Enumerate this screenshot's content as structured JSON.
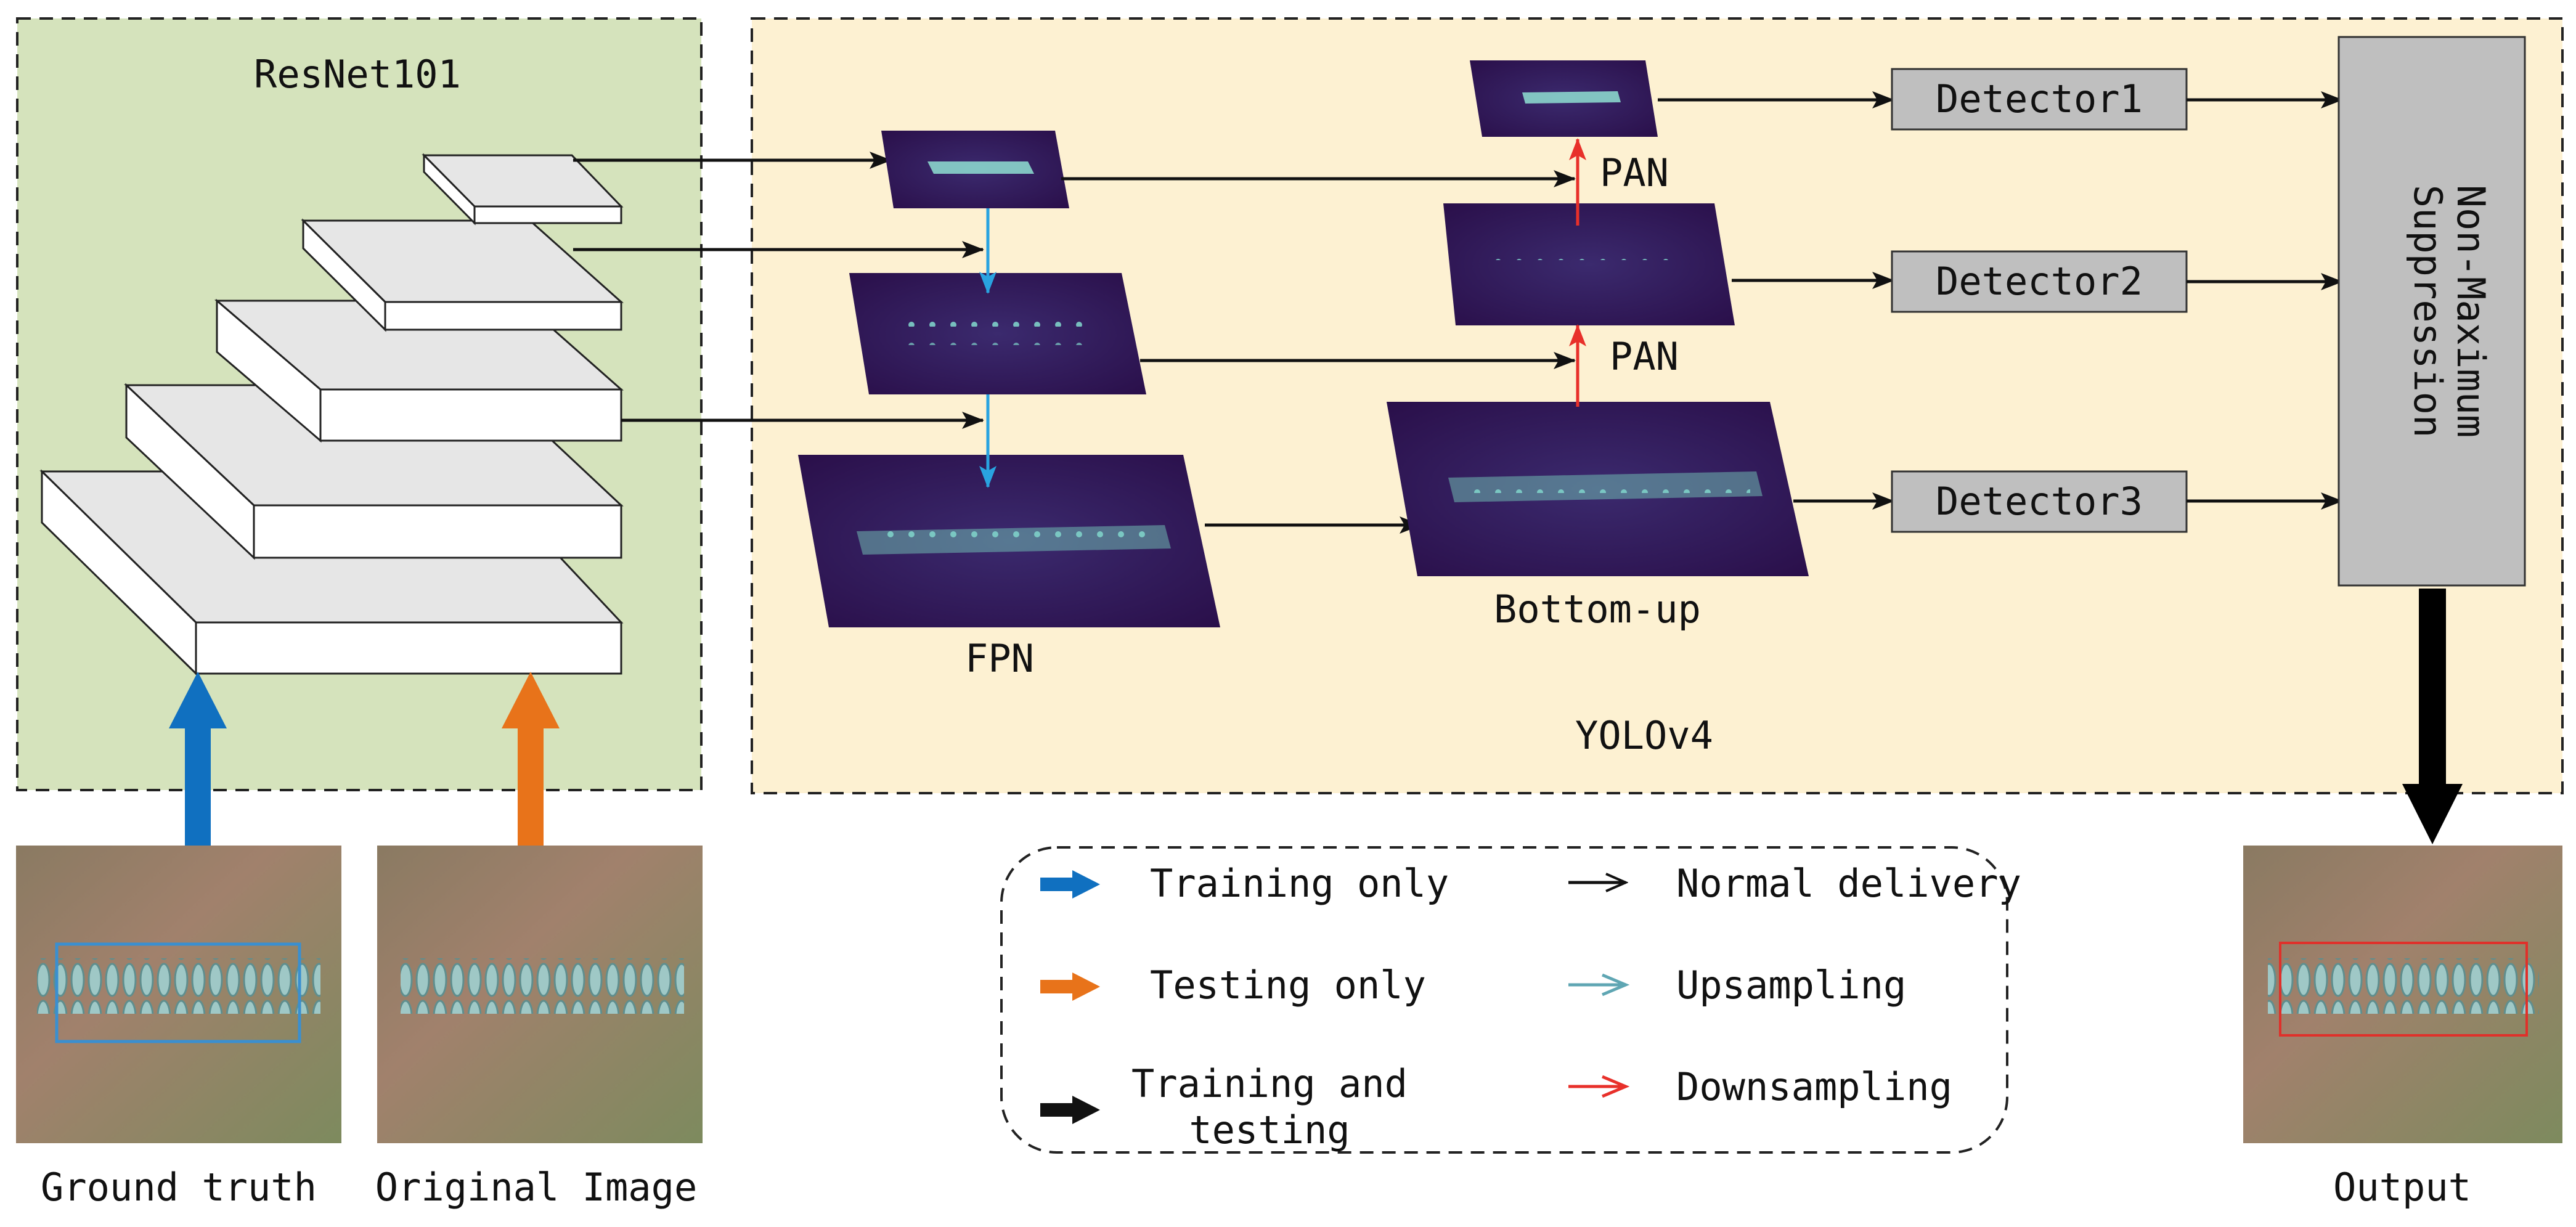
{
  "resnet": {
    "title": "ResNet101"
  },
  "yolo": {
    "title": "YOLOv4",
    "fpn_label": "FPN",
    "bottom_up_label": "Bottom-up",
    "pan_label_top": "PAN",
    "pan_label_mid": "PAN",
    "detectors": [
      "Detector1",
      "Detector2",
      "Detector3"
    ],
    "nms_label_line1": "Non-Maximum",
    "nms_label_line2": "Suppression"
  },
  "inputs": {
    "ground_truth_label": "Ground truth",
    "original_image_label": "Original Image",
    "output_label": "Output"
  },
  "legend": {
    "training_only": "Training only",
    "testing_only": "Testing only",
    "training_and_testing_line1": "Training and",
    "training_and_testing_line2": "testing",
    "normal_delivery": "Normal delivery",
    "upsampling": "Upsampling",
    "downsampling": "Downsampling"
  },
  "colors": {
    "resnet_bg": "#d5e3bc",
    "yolo_bg": "#fdf1d2",
    "training_arrow": "#1070c0",
    "testing_arrow": "#e8731a",
    "upsampling_arrow": "#29a3e0",
    "downsampling_arrow": "#e8302a",
    "detector_fill": "#bfbfbf",
    "featuremap": "#3a1a5c"
  }
}
